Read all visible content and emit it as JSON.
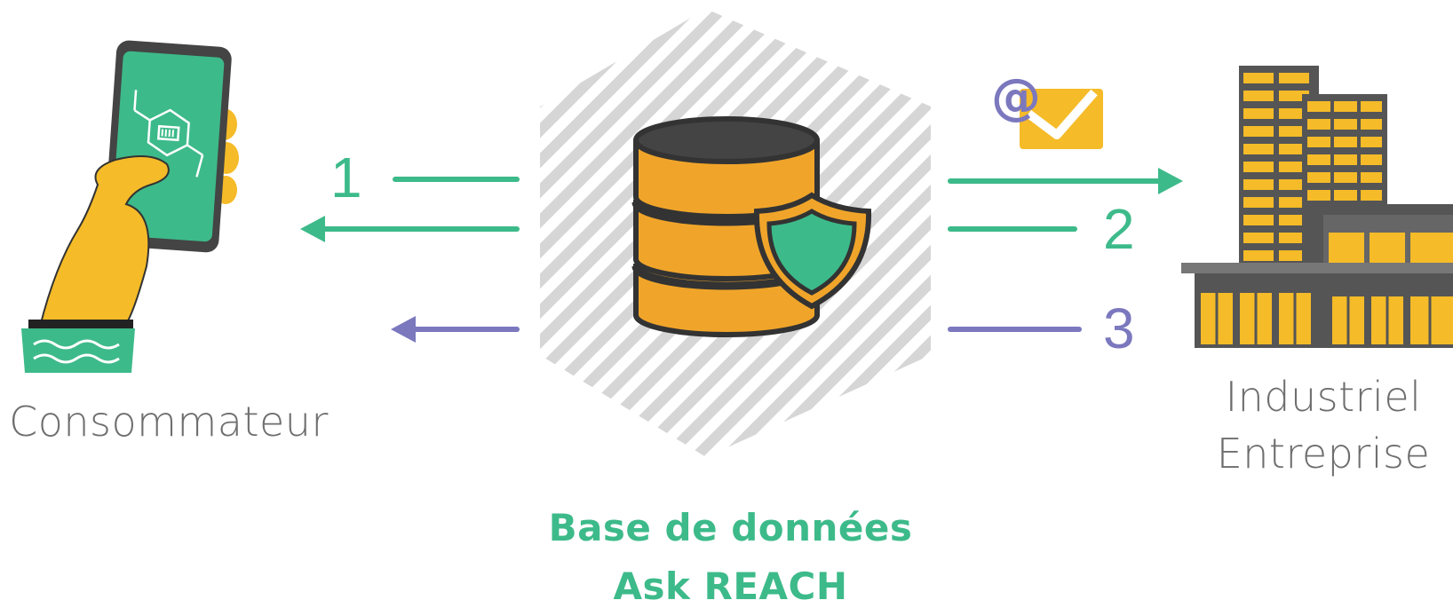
{
  "colors": {
    "green": "#3dba8a",
    "purple": "#7b78be",
    "orange": "#f0a52a",
    "yellow": "#f5bb28",
    "dark": "#333333",
    "grey_text": "#6e6e6e"
  },
  "consumer": {
    "label": "Consommateur",
    "icon": "hand-holding-smartphone-scanning-icon"
  },
  "database": {
    "label_line1": "Base de données",
    "label_line2": "Ask REACH",
    "icon": "database-with-shield-icon"
  },
  "industry": {
    "label_line1": "Industriel",
    "label_line2": "Entreprise",
    "icon": "office-buildings-icon"
  },
  "email_icon": "at-sign-envelope-icon",
  "steps": [
    {
      "number": "1",
      "color": "green",
      "direction": "database-to-consumer"
    },
    {
      "number": "2",
      "color": "green",
      "direction": "database-to-industry"
    },
    {
      "number": "3",
      "color": "purple",
      "direction": "industry-to-consumer"
    }
  ]
}
